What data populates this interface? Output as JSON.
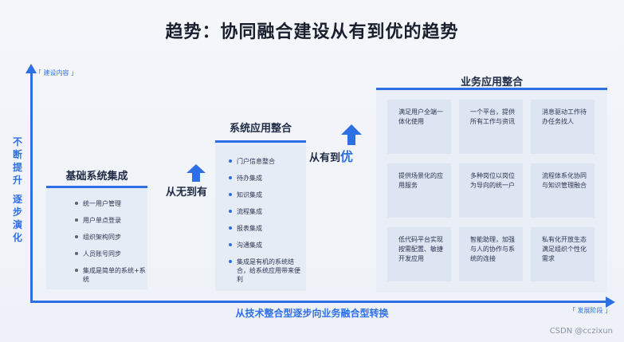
{
  "title": "趋势：协同融合建设从有到优的趋势",
  "axes": {
    "y_tag": "「 建设内容 」",
    "x_tag": "「 发展阶段 」",
    "y_label_top": "不断提升",
    "y_label_bottom": "逐步演化",
    "x_label": "从技术整合型逐步向业务融合型转换"
  },
  "stages": {
    "basic": {
      "title": "基础系统集成",
      "items": [
        "统一用户管理",
        "用户单点登录",
        "组织架构同步",
        "人员账号同步",
        "集成是简单的系统+系统"
      ]
    },
    "transition1": "从无到有",
    "system": {
      "title": "系统应用整合",
      "items": [
        "门户信息整合",
        "待办集成",
        "知识集成",
        "流程集成",
        "报表集成",
        "沟通集成",
        "集成是有机的系统结合，给系统应用带来便利"
      ]
    },
    "transition2_prefix": "从有到",
    "transition2_emph": "优",
    "business": {
      "title": "业务应用整合",
      "cells": [
        "满足用户全端一体化使用",
        "一个平台，提供所有工作与资讯",
        "消息驱动工作待办任务找人",
        "提供场景化的应用服务",
        "多种岗位以岗位为导向的统一户",
        "流程体系化协同与知识管理融合",
        "低代码平台实现按需配置、敏捷开发应用",
        "智能助理，加强与人的协作与系统的连接",
        "私有化开放生态满足组织个性化需求"
      ]
    }
  },
  "watermark": "CSDN @cczixun",
  "colors": {
    "accent": "#2f6fe6",
    "text": "#1f2a44"
  }
}
